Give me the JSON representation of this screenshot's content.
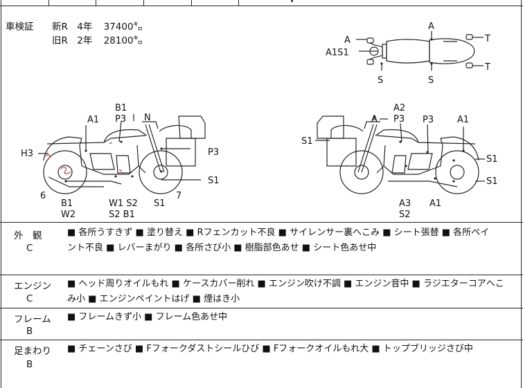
{
  "shaken": {
    "label": "車検証",
    "rows": [
      {
        "type": "新R",
        "years": "4年",
        "km": "37400㌔"
      },
      {
        "type": "旧R",
        "years": "2年",
        "km": "28100㌔"
      }
    ]
  },
  "top_diagram": {
    "labels": {
      "a_left": "A",
      "a1s1": "A1S1",
      "s_left": "S",
      "a_top": "A",
      "s_mid": "S",
      "t_top": "T",
      "t_bottom": "T"
    }
  },
  "left_side": {
    "labels": {
      "b1_top": "B1",
      "p3_top": "P3",
      "n": "N",
      "a1": "A1",
      "h3": "H3",
      "p3_right": "P3",
      "s1_right": "S1",
      "six": "6",
      "seven": "7",
      "b1_bottom": "B1",
      "w2": "W2",
      "w1s2": "W1 S2",
      "s2b1": "S2 B1",
      "s1_bottom": "S1"
    }
  },
  "right_side": {
    "labels": {
      "a2": "A2",
      "a": "A",
      "p3_a": "P3",
      "p3_b": "P3",
      "a1_top": "A1",
      "s1_left": "S1",
      "s1_r1": "S1",
      "s1_r2": "S1",
      "a3": "A3",
      "s2": "S2",
      "a1_bottom": "A1"
    }
  },
  "conditions": [
    {
      "category": "外　観",
      "grade": "C",
      "line1": "■ 各所うすきず ■ 塗り替え ■ Rフェンカット不良 ■ サイレンサー裏へこみ ■ シート張替 ■ 各所ペイ",
      "line2": "ント不良 ■ レバーまがり ■ 各所さび小 ■ 樹脂部色あせ ■ シート色あせ中"
    },
    {
      "category": "エンジン",
      "grade": "C",
      "line1": "■ ヘッド周りオイルもれ ■ ケースカバー削れ ■ エンジン吹け不調 ■ エンジン音中 ■ ラジエターコアへこ",
      "line2": "み小 ■ エンジンペイントはげ ■ 煙はき小"
    },
    {
      "category": "フレーム",
      "grade": "B",
      "line1": "■ フレームきず小 ■ フレーム色あせ中",
      "line2": ""
    },
    {
      "category": "足まわり",
      "grade": "B",
      "line1": "■ チェーンさび ■ Fフォークダストシールひび ■ Fフォークオイルもれ大 ■ トップブリッジさび中",
      "line2": ""
    }
  ]
}
